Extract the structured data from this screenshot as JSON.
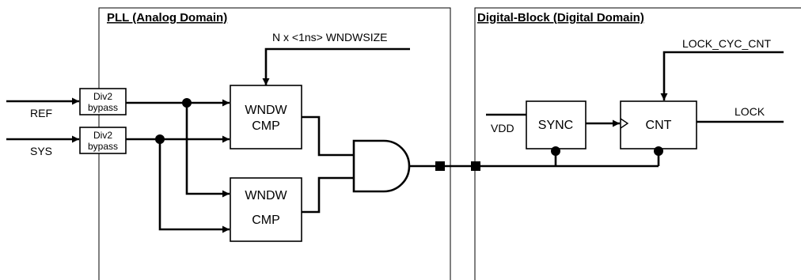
{
  "analog_domain": {
    "title": "PLL (Analog Domain)"
  },
  "digital_domain": {
    "title": "Digital-Block (Digital Domain)"
  },
  "inputs": {
    "ref": "REF",
    "sys": "SYS"
  },
  "div2_ref": {
    "line1": "Div2",
    "line2": "bypass"
  },
  "div2_sys": {
    "line1": "Div2",
    "line2": "bypass"
  },
  "wndwsize_label": "N x <1ns> WNDWSIZE",
  "cmp_top": {
    "line1": "WNDW",
    "line2": "CMP"
  },
  "cmp_bottom": {
    "line1": "WNDW",
    "line2": "CMP"
  },
  "vdd_label": "VDD",
  "sync_label": "SYNC",
  "cnt_label": "CNT",
  "lock_cyc_cnt_label": "LOCK_CYC_CNT",
  "lock_label": "LOCK"
}
